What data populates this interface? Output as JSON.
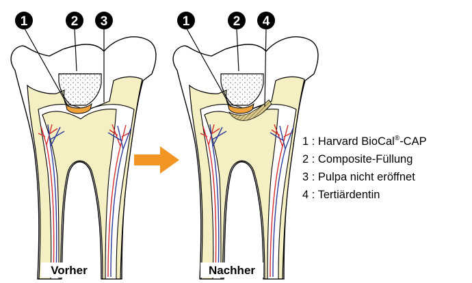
{
  "markers_before": [
    "1",
    "2",
    "3"
  ],
  "markers_after": [
    "1",
    "2",
    "4"
  ],
  "caption_before": "Vorher",
  "caption_after": "Nachher",
  "legend": [
    {
      "text": "1 : Harvard BioCal",
      "sup": "®",
      "suffix": "-CAP"
    },
    {
      "text": "2 : Composite-Füllung"
    },
    {
      "text": "3 : Pulpa nicht eröffnet"
    },
    {
      "text": "4 : Tertiärdentin"
    }
  ],
  "colors": {
    "dentin": "#f5efc4",
    "enamel": "#ffffff",
    "pulp": "#ffffff",
    "liner": "#f0a23a",
    "arrow": "#f19525",
    "artery": "#d62a2a",
    "vein": "#2a3a9a",
    "marker": "#000000"
  }
}
